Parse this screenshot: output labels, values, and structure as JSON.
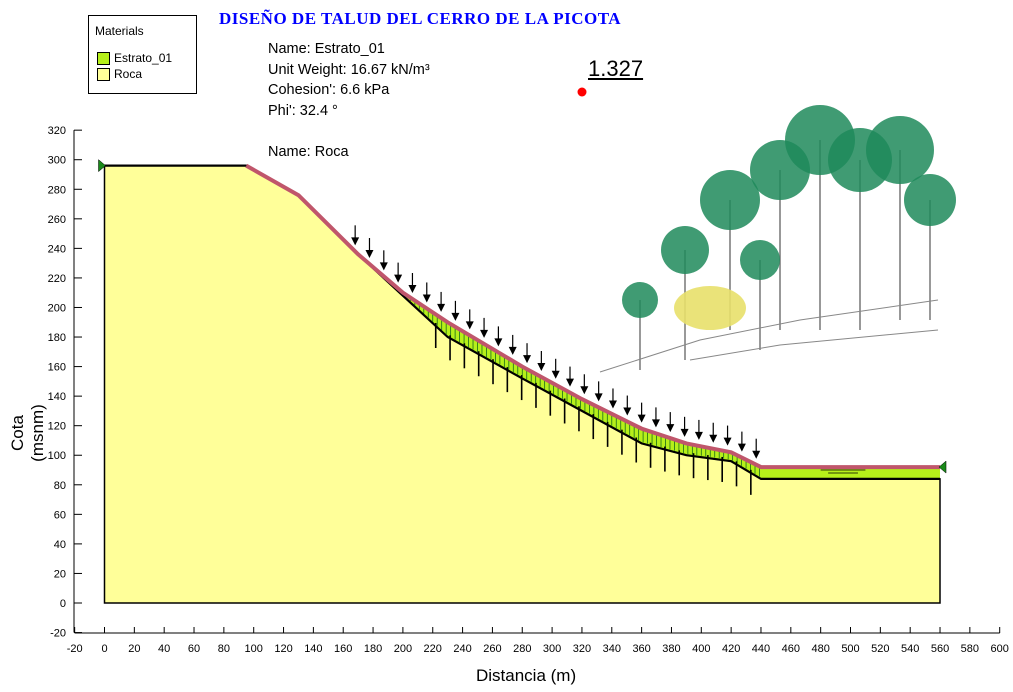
{
  "title": "DISEÑO DE TALUD DEL CERRO DE LA PICOTA",
  "legend": {
    "title": "Materials",
    "items": [
      {
        "label": "Estrato_01",
        "color": "#b6f01a"
      },
      {
        "label": "Roca",
        "color": "#ffff99"
      }
    ]
  },
  "material_info": {
    "line1": "Name: Estrato_01",
    "line2": "Unit Weight: 16.67 kN/m³",
    "line3": "Cohesion': 6.6 kPa",
    "line4": "Phi': 32.4 °",
    "line5": "Name: Roca"
  },
  "factor_of_safety": "1.327",
  "axes": {
    "xlabel": "Distancia (m)",
    "ylabel": "Cota (msnm)",
    "xticks": [
      -20,
      0,
      20,
      40,
      60,
      80,
      100,
      120,
      140,
      160,
      180,
      200,
      220,
      240,
      260,
      280,
      300,
      320,
      340,
      360,
      380,
      400,
      420,
      440,
      460,
      480,
      500,
      520,
      540,
      560,
      580,
      600
    ],
    "yticks": [
      -20,
      0,
      20,
      40,
      60,
      80,
      100,
      120,
      140,
      160,
      180,
      200,
      220,
      240,
      260,
      280,
      300,
      320
    ]
  },
  "colors": {
    "roca": "#ffff99",
    "estrato": "#b6f01a",
    "surface": "#c0566b",
    "load_arrows": "#000000",
    "fos_marker": "#ff0000",
    "title": "#0000ff"
  },
  "geometry": {
    "ground_surface": [
      [
        0,
        296
      ],
      [
        95,
        296
      ],
      [
        130,
        276
      ],
      [
        170,
        236
      ],
      [
        200,
        210
      ],
      [
        230,
        190
      ],
      [
        280,
        160
      ],
      [
        320,
        138
      ],
      [
        360,
        118
      ],
      [
        390,
        108
      ],
      [
        420,
        102
      ],
      [
        440,
        92
      ],
      [
        560,
        92
      ]
    ],
    "rock_top": [
      [
        0,
        296
      ],
      [
        95,
        296
      ],
      [
        130,
        276
      ],
      [
        170,
        236
      ],
      [
        200,
        208
      ],
      [
        230,
        180
      ],
      [
        280,
        152
      ],
      [
        320,
        130
      ],
      [
        360,
        108
      ],
      [
        390,
        100
      ],
      [
        420,
        96
      ],
      [
        440,
        84
      ],
      [
        560,
        84
      ]
    ],
    "bottom_elevation": 0,
    "left_x": 0,
    "right_x": 560
  }
}
